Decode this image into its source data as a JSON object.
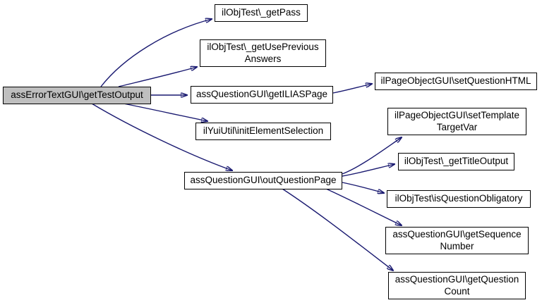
{
  "diagram": {
    "type": "call-graph",
    "background_color": "#ffffff",
    "edge_color": "#191970",
    "node_border_color": "#000000",
    "node_fill_color": "#ffffff",
    "root_node_fill_color": "#bfbfbf",
    "text_color": "#000000",
    "nodes": {
      "getTestOutput": {
        "label": "assErrorTextGUI\\getTestOutput",
        "role": "root"
      },
      "getPass": {
        "label": "ilObjTest\\_getPass"
      },
      "getUsePreviousAnswers": {
        "label": "ilObjTest\\_getUsePrevious\nAnswers"
      },
      "getILIASPage": {
        "label": "assQuestionGUI\\getILIASPage"
      },
      "setQuestionHTML": {
        "label": "ilPageObjectGUI\\setQuestionHTML"
      },
      "initElementSelection": {
        "label": "ilYuiUtil\\initElementSelection"
      },
      "outQuestionPage": {
        "label": "assQuestionGUI\\outQuestionPage"
      },
      "setTemplateTargetVar": {
        "label": "ilPageObjectGUI\\setTemplate\nTargetVar"
      },
      "getTitleOutput": {
        "label": "ilObjTest\\_getTitleOutput"
      },
      "isQuestionObligatory": {
        "label": "ilObjTest\\isQuestionObligatory"
      },
      "getSequenceNumber": {
        "label": "assQuestionGUI\\getSequence\nNumber"
      },
      "getQuestionCount": {
        "label": "assQuestionGUI\\getQuestion\nCount"
      }
    },
    "edges": [
      {
        "from": "assErrorTextGUI\\getTestOutput",
        "to": "ilObjTest\\_getPass"
      },
      {
        "from": "assErrorTextGUI\\getTestOutput",
        "to": "ilObjTest\\_getUsePreviousAnswers"
      },
      {
        "from": "assErrorTextGUI\\getTestOutput",
        "to": "assQuestionGUI\\getILIASPage"
      },
      {
        "from": "assErrorTextGUI\\getTestOutput",
        "to": "ilYuiUtil\\initElementSelection"
      },
      {
        "from": "assErrorTextGUI\\getTestOutput",
        "to": "assQuestionGUI\\outQuestionPage"
      },
      {
        "from": "assQuestionGUI\\getILIASPage",
        "to": "ilPageObjectGUI\\setQuestionHTML"
      },
      {
        "from": "assQuestionGUI\\outQuestionPage",
        "to": "ilPageObjectGUI\\setTemplateTargetVar"
      },
      {
        "from": "assQuestionGUI\\outQuestionPage",
        "to": "ilObjTest\\_getTitleOutput"
      },
      {
        "from": "assQuestionGUI\\outQuestionPage",
        "to": "ilObjTest\\isQuestionObligatory"
      },
      {
        "from": "assQuestionGUI\\outQuestionPage",
        "to": "assQuestionGUI\\getSequenceNumber"
      },
      {
        "from": "assQuestionGUI\\outQuestionPage",
        "to": "assQuestionGUI\\getQuestionCount"
      }
    ]
  }
}
